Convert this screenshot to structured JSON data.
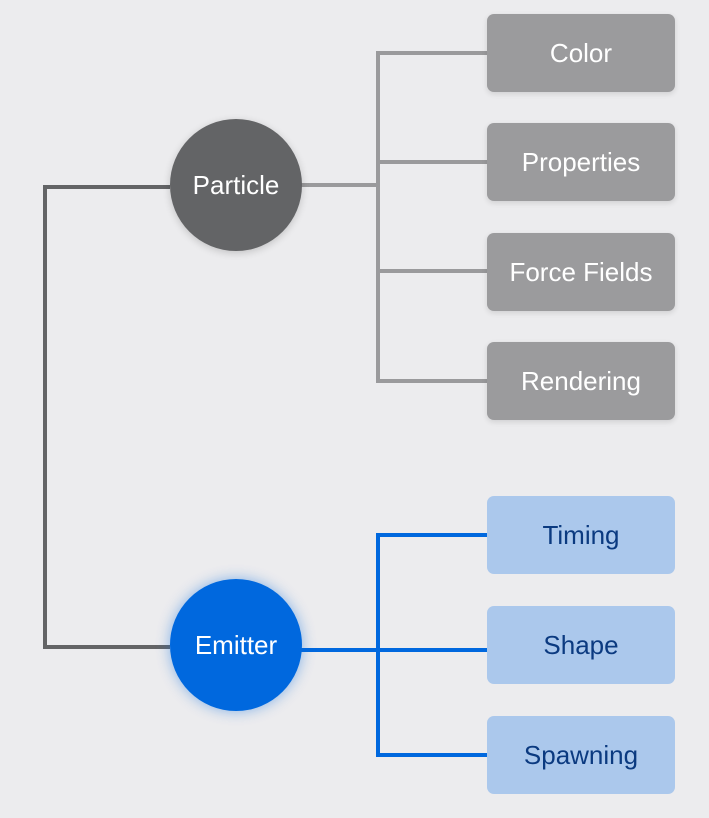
{
  "colors": {
    "background": "#ececee",
    "particle": "#636466",
    "particle_children": "#9b9b9d",
    "emitter": "#0068de",
    "emitter_children": "#abc8ec",
    "emitter_child_text": "#0b3a80"
  },
  "particle": {
    "label": "Particle",
    "children": [
      "Color",
      "Properties",
      "Force Fields",
      "Rendering"
    ]
  },
  "emitter": {
    "label": "Emitter",
    "children": [
      "Timing",
      "Shape",
      "Spawning"
    ]
  }
}
